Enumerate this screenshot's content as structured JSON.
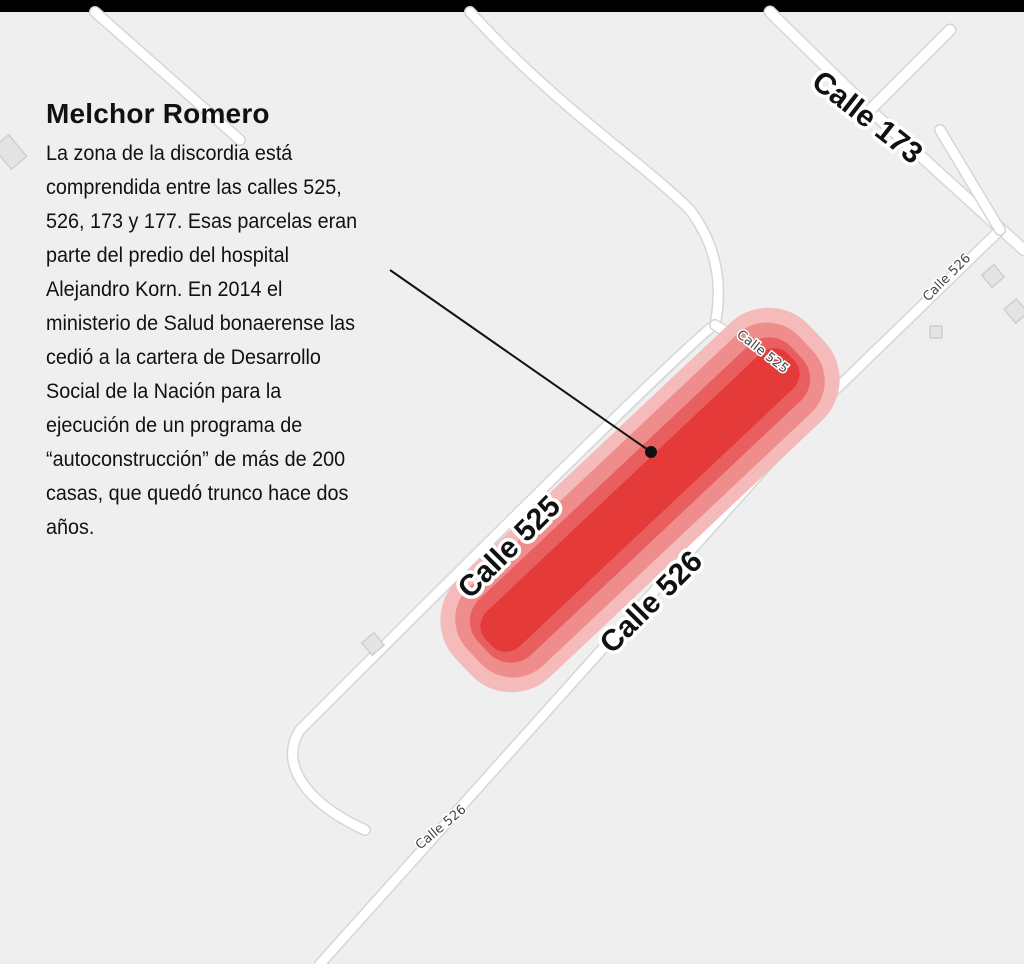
{
  "colors": {
    "land": "#efefef",
    "road": "#ffffff",
    "zone_outer": "#f4b6b6",
    "zone_mid": "#ee8a8a",
    "zone_inner": "#e95f5f",
    "zone_core": "#e43a3a",
    "frame": "#000000"
  },
  "caption": {
    "title": "Melchor Romero",
    "body": "La zona de la discordia está comprendida entre las calles 525, 526, 173 y 177. Esas parcelas eran parte del predio del hospital Alejandro Korn. En 2014 el ministerio de Salud bonaerense las cedió a la cartera de Desarrollo Social de la Nación para la ejecución de un programa de “autoconstrucción” de más de 200 casas, que quedó trunco hace dos años."
  },
  "labels": {
    "calle_173": "Calle 173",
    "calle_525": "Calle 525",
    "calle_526": "Calle 526",
    "small_calle_525": "Calle 525",
    "small_calle_526_top": "Calle 526",
    "small_calle_526_bottom": "Calle 526"
  },
  "icons": {
    "pointer": "leader-line-with-dot"
  }
}
